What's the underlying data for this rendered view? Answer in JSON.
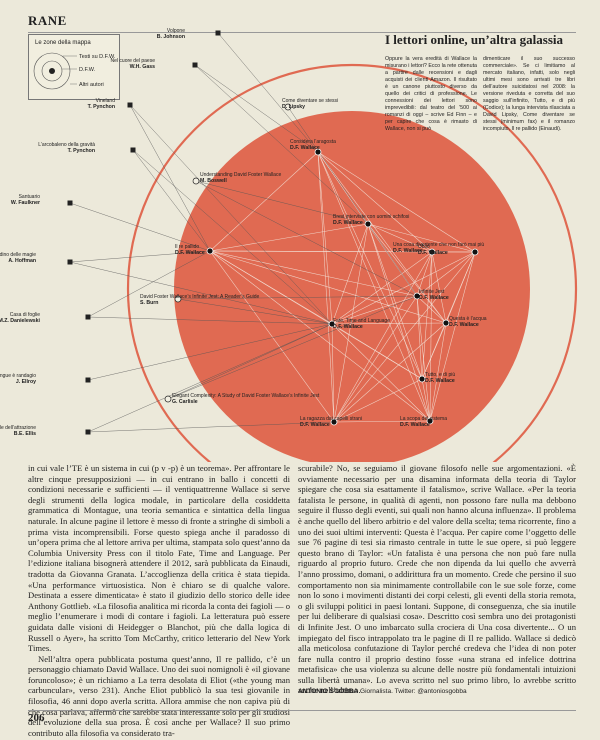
{
  "header": {
    "section": "RANE",
    "page_number": "206"
  },
  "legend": {
    "title": "Le zone della mappa",
    "items": [
      "Testi su D.F.W.",
      "D.F.W.",
      "Altri autori"
    ]
  },
  "colors": {
    "circle": "#e06a52",
    "background": "#ece9da",
    "line": "#f4e6dc",
    "outer_ring": "#e06a52"
  },
  "sidebar": {
    "title": "I lettori online, un’altra galassia",
    "col1": "Oppure la vera eredità di Wallace la misurano i lettori? Ecco la rete ottenuta a partire dalle recensioni e dagli acquisti dei clienti Amazon. Il risultato è un canone piuttosto diverso da quello dei critici di professione. Le connessioni dei lettori sono imprevedibili: dal teatro del ’500 ai romanzi di oggi – scrive Ed Finn – e per capire che cosa è rimasto di Wallace, non si può",
    "col2": "dimenticare il suo successo commerciale». Se ci limitiamo al mercato italiano, infatti, solo negli ultimi mesi sono arrivati tre libri dell’autore suicidatosi nel 2008: la versione riveduta e corretta del suo saggio sull’infinito, Tutto, e di più (Codice); la lunga intervista rilasciata a David Lipsky, Come diventare se stessi (minimum fax) e il romanzo incompiuto, Il re pallido (Einaudi)."
  },
  "nodes": [
    {
      "title": "Volpone",
      "author": "B. Johnson"
    },
    {
      "title": "Nel cuore del paese",
      "author": "W.H. Gass"
    },
    {
      "title": "Come diventare se stessi",
      "author": "D. Lipsky"
    },
    {
      "title": "Vineland",
      "author": "T. Pynchon"
    },
    {
      "title": "L’arcobaleno della gravità",
      "author": "T. Pynchon"
    },
    {
      "title": "Considera l’aragosta",
      "author": "D.F. Wallace"
    },
    {
      "title": "Understanding David Foster Wallace",
      "author": "M. Boswell"
    },
    {
      "title": "Santuario",
      "author": "W. Faulkner"
    },
    {
      "title": "Brevi interviste con uomini schifosi",
      "author": "D.F. Wallace"
    },
    {
      "title": "Oblio",
      "author": "D.F. Wallace"
    },
    {
      "title": "Il giardino delle magie",
      "author": "A. Hoffman"
    },
    {
      "title": "Il re pallido",
      "author": "D.F. Wallace"
    },
    {
      "title": "Una cosa divertente che non farò mai più",
      "author": "D.F. Wallace"
    },
    {
      "title": "David Foster Wallace’s Infinite Jest: A Reader’s Guide",
      "author": "S. Burn"
    },
    {
      "title": "Infinite Jest",
      "author": "D.F. Wallace"
    },
    {
      "title": "Casa di foglie",
      "author": "M.Z. Danielewski"
    },
    {
      "title": "Fate, Time and Language",
      "author": "D.F. Wallace"
    },
    {
      "title": "Questa è l’acqua",
      "author": "D.F. Wallace"
    },
    {
      "title": "Il sangue è randagio",
      "author": "J. Ellroy"
    },
    {
      "title": "Tutto, e di più",
      "author": "D.F. Wallace"
    },
    {
      "title": "Elegant Complexity: A Study of David Foster Wallace’s Infinite Jest",
      "author": "G. Carlisle"
    },
    {
      "title": "Le regole dell’attrazione",
      "author": "B.E. Ellis"
    },
    {
      "title": "La ragazza dai capelli strani",
      "author": "D.F. Wallace"
    },
    {
      "title": "La scopa del sistema",
      "author": "D.F. Wallace"
    }
  ],
  "article": {
    "col1": [
      "in cui vale l’TE è un sistema in cui (p v -p) è un teorema». Per affrontare le altre cinque presupposizioni — in cui entrano in ballo i concetti di condizioni necessarie e sufficienti — il ventiquattrenne Wallace si serve degli strumenti della logica modale, in particolare della cosiddetta grammatica di Montague, una teoria semantica e sintattica della lingua naturale. In alcune pagine il lettore è messo di fronte a stringhe di simboli a prima vista incomprensibili. Forse questo spiega anche il paradosso di un’opera prima che al lettore arriva per ultima, stampata solo quest’anno da Columbia University Press con il titolo Fate, Time and Language. Per l’edizione italiana bisognerà attendere il 2012, sarà pubblicata da Einaudi, tradotta da Giovanna Granata. L’accoglienza della critica è stata tiepida. «Una performance virtuosistica. Non è chiaro se di qualche valore. Destinata a essere dimenticata» è stato il giudizio dello storico delle idee Anthony Gottlieb. «La filosofia analitica mi ricorda la conta dei fagioli — o meglio l’enumerare i modi di contare i fagioli. La letteratura può essere guidata dalle visioni di Heidegger o Blanchot, più che dalla logica di Russell o Ayer», ha scritto Tom McCarthy, critico letterario del New York Times.",
      "Nell’altra opera pubblicata postuma quest’anno, Il re pallido, c’è un personaggio chiamato David Wallace. Uno dei suoi nomignoli è «il giovane foruncoloso»; è un richiamo a La terra desolata di Eliot («the young man carbuncular», verso 231). Anche Eliot pubblicò la sua tesi giovanile in filosofia, 46 anni dopo averla scritta. Allora ammise che non capiva più di che cosa parlava, affermò che sarebbe stata interessante solo per gli studiosi dell’evoluzione della sua prosa. È così anche per Wallace? Il suo primo contributo alla filosofia va considerato tra-"
    ],
    "col2": [
      "scurabile? No, se seguiamo il giovane filosofo nelle sue argomentazioni. «È ovviamente necessario per una disamina informata della teoria di Taylor spiegare che cosa sia esattamente il fatalismo», scrive Wallace. «Per la teoria fatalista le persone, in qualità di agenti, non possono fare nulla ma debbono seguire il flusso degli eventi, sui quali non hanno alcuna influenza». Il problema è anche quello del libero arbitrio e del valore della scelta; tema ricorrente, fino a uno dei suoi ultimi interventi: Questa è l’acqua. Per capire come l’oggetto delle sue 76 pagine di tesi sia rimasto centrale in tutte le sue opere, si può leggere questo brano di Taylor: «Un fatalista è una persona che non può fare nulla riguardo al proprio futuro. Crede che non dipenda da lui quello che avverrà l’anno prossimo, domani, o addirittura fra un momento. Crede che persino il suo comportamento non sia minimamente controllabile con le sue sole forze, come non lo sono i movimenti distanti dei corpi celesti, gli eventi della storia remota, o gli sviluppi politici in paesi lontani. Suppone, di conseguenza, che sia inutile per lui deliberare di qualsiasi cosa». Descritto così sembra uno dei protagonisti di Infinite Jest. O uno imbarcato sulla crociera di Una cosa divertente... O un impiegato del fisco intrappolato tra le pagine di Il re pallido. Wallace si dedicò alla meticolosa confutazione di Taylor perché credeva che l’idea di non poter fare nulla contro il proprio destino fosse «una strana ed infelice dottrina metafisica» che usa violenza su alcune delle nostre più fondamentali intuizioni sulla libertà umana». Lo aveva scritto nel suo primo libro, lo avrebbe scritto anche nell’ultimo."
    ],
    "author_name": "ANTONIO SGOBBA",
    "author_bio": "Giornalista. Twitter: @antoniosgobba"
  }
}
